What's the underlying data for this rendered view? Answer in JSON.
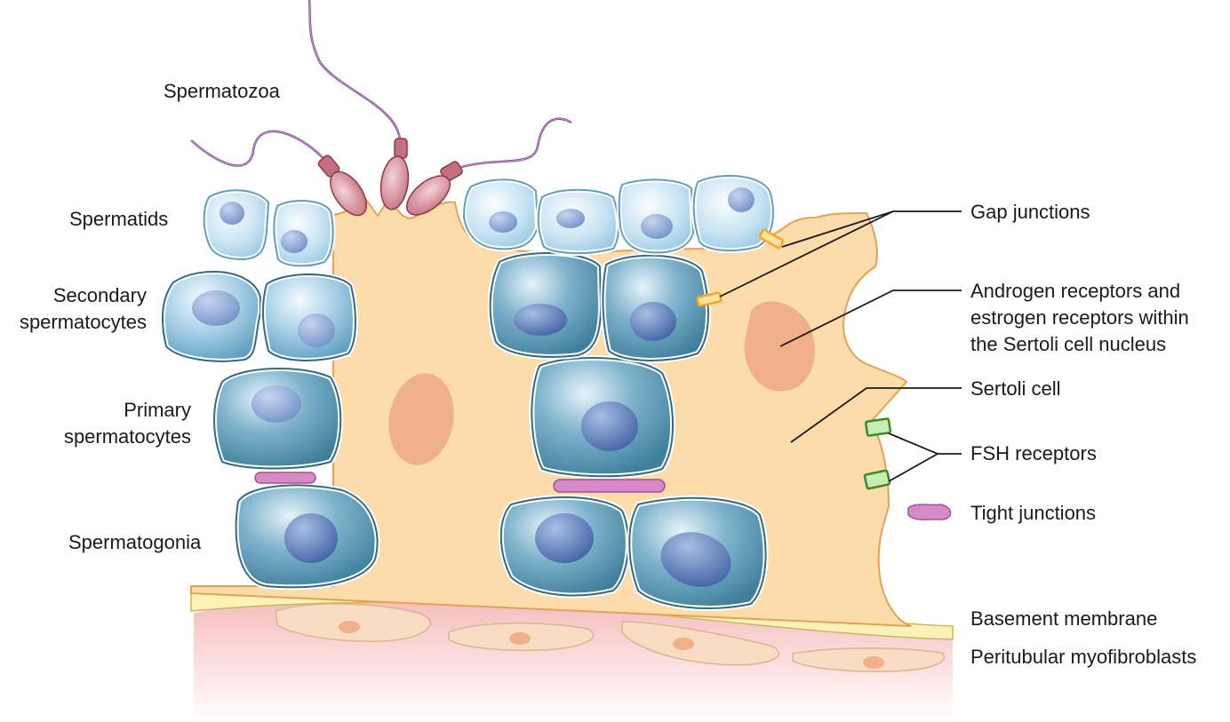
{
  "labels": {
    "spermatozoa": "Spermatozoa",
    "spermatids": "Spermatids",
    "secondary_1": "Secondary",
    "secondary_2": "spermatocytes",
    "primary_1": "Primary",
    "primary_2": "spermatocytes",
    "spermatogonia": "Spermatogonia",
    "gap_junctions": "Gap junctions",
    "receptors_1": "Androgen receptors and",
    "receptors_2": "estrogen receptors within",
    "receptors_3": "the Sertoli cell nucleus",
    "sertoli_cell": "Sertoli cell",
    "fsh_receptors": "FSH receptors",
    "tight_junctions": "Tight junctions",
    "basement_membrane": "Basement membrane",
    "peritubular": "Peritubular myofibroblasts"
  },
  "colors": {
    "sertoli_fill": "#fcdcaa",
    "sertoli_stroke": "#e8a055",
    "sertoli_nucleus": "#f0b089",
    "germ_dark": "#4d8fab",
    "germ_light": "#c5e2f3",
    "germ_stroke": "#2f6a86",
    "nucleus_blue": "#4f73b5",
    "tight_junction": "#d889c7",
    "gap_junction": "#f5a623",
    "fsh_receptor": "#8fd07a",
    "basement": "#fcf2b8",
    "myofibroblast": "#f8dcc3",
    "tissue_pink": "#f7c6c6",
    "sperm_head": "#d98a95",
    "sperm_tail": "#7a3b8f"
  }
}
